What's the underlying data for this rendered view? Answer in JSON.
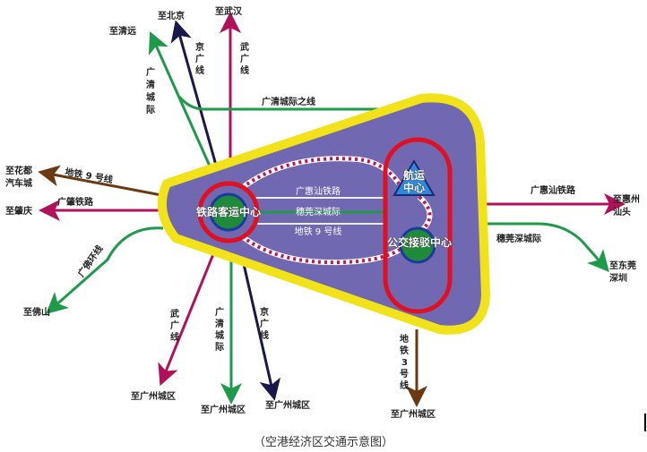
{
  "caption": "（空港经济区交通示意图）",
  "hubs": {
    "rail": "铁路客运中心",
    "air": [
      "航运",
      "中心"
    ],
    "bus": "公交接驳中心"
  },
  "inner_lines": [
    "广惠汕铁路",
    "穗莞深城际",
    "地铁 9 号线"
  ],
  "routes": [
    {
      "line": [
        "广",
        "清",
        "城",
        "际"
      ],
      "dest": "至清远",
      "color": "#1e9a4a"
    },
    {
      "line": [
        "京",
        "广",
        "线"
      ],
      "dest": "至北京",
      "color": "#1a1a4a"
    },
    {
      "line": [
        "武",
        "广",
        "线"
      ],
      "dest": "至武汉",
      "color": "#b0115a"
    },
    {
      "line": "广清城际之线",
      "color": "#1e9a4a"
    },
    {
      "line": "地铁 9 号线",
      "dest": [
        "至花都",
        "汽车城"
      ],
      "color": "#6b3a12"
    },
    {
      "line": "广肇铁路",
      "dest": "至肇庆",
      "color": "#b0115a"
    },
    {
      "line": "广佛环线",
      "dest": "至佛山",
      "color": "#1e9a4a"
    },
    {
      "line": [
        "武",
        "广",
        "线"
      ],
      "dest": "至广州城区",
      "color": "#b0115a"
    },
    {
      "line": [
        "广",
        "清",
        "城",
        "际"
      ],
      "dest": "至广州城区",
      "color": "#1e9a4a"
    },
    {
      "line": [
        "京",
        "广",
        "线"
      ],
      "dest": "至广州城区",
      "color": "#1a1a4a"
    },
    {
      "line": [
        "地",
        "铁",
        "3",
        "号",
        "线"
      ],
      "dest": "至广州城区",
      "color": "#6b3a12"
    },
    {
      "line": "广惠汕铁路",
      "dest": [
        "至惠州",
        "汕头"
      ],
      "color": "#b0115a"
    },
    {
      "line": "穗莞深城际",
      "dest": [
        "至东莞",
        "深圳"
      ],
      "color": "#1e9a4a"
    }
  ]
}
